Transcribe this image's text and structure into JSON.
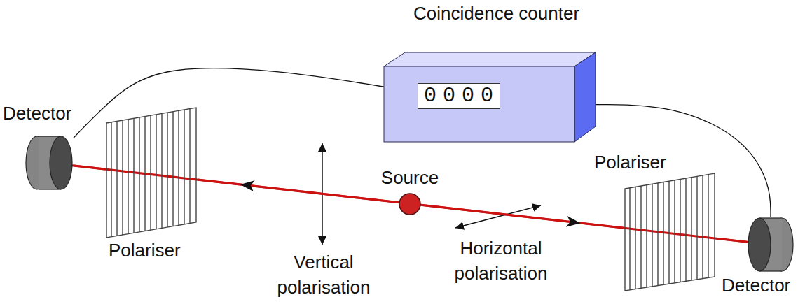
{
  "diagram": {
    "nodes": [
      {
        "text": [
          "Coincidence counter",
          "0000"
        ]
      },
      {
        "text": [
          "Detector"
        ]
      },
      {
        "text": [
          "Polariser"
        ]
      },
      {
        "text": [
          "Source"
        ]
      },
      {
        "text": [
          "Polariser"
        ]
      },
      {
        "text": [
          "Detector"
        ]
      }
    ],
    "edges": [
      {
        "from": 0,
        "to": 1,
        "arrow": "none"
      },
      {
        "from": 0,
        "to": 5,
        "arrow": "none"
      },
      {
        "from": 3,
        "to": 2,
        "arrow": "to"
      },
      {
        "from": 2,
        "to": 1,
        "arrow": "none"
      },
      {
        "from": 3,
        "to": 4,
        "arrow": "to"
      },
      {
        "from": 4,
        "to": 5,
        "arrow": "none"
      }
    ],
    "labels": [
      "Vertical polarisation",
      "Horizontal polarisation"
    ]
  }
}
